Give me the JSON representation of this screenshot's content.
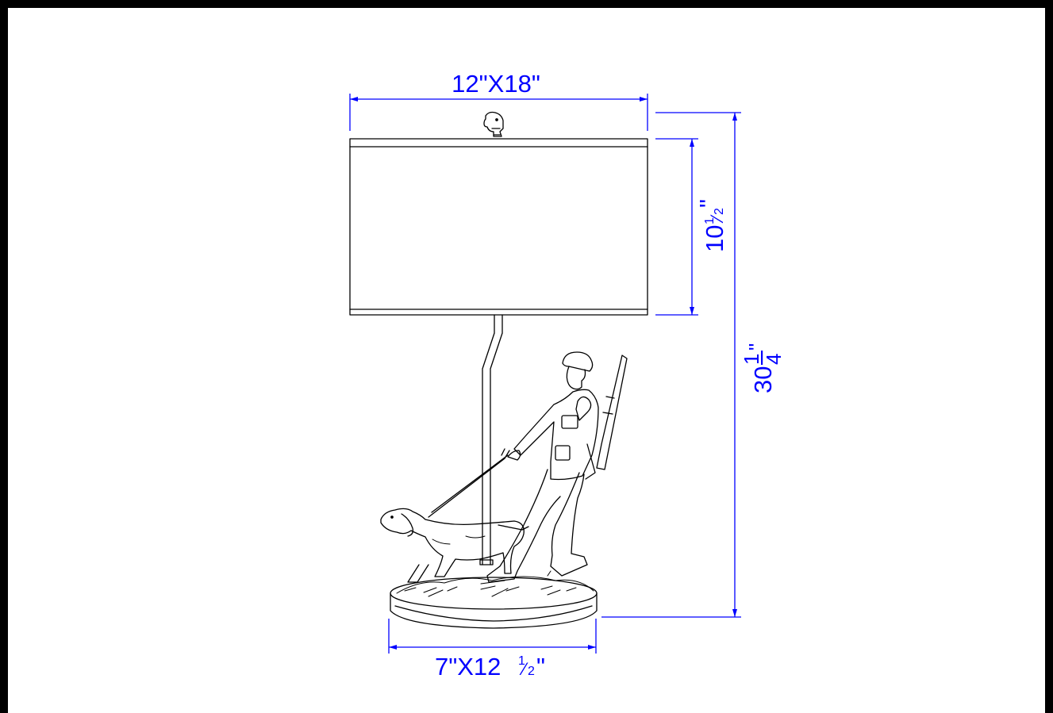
{
  "dimensions": {
    "shade_size": {
      "main": "12\"X18\""
    },
    "shade_height": {
      "whole": "10",
      "num": "1",
      "den": "2",
      "unit": "\""
    },
    "overall_height": {
      "whole": "30",
      "num": "1",
      "den": "4",
      "unit": "\""
    },
    "base_size": {
      "prefix": "7\"X12",
      "num": "1",
      "den": "2",
      "unit": "\""
    }
  },
  "colors": {
    "dimension": "#0000ff",
    "line_art": "#000000",
    "border": "#000000",
    "background": "#ffffff"
  }
}
